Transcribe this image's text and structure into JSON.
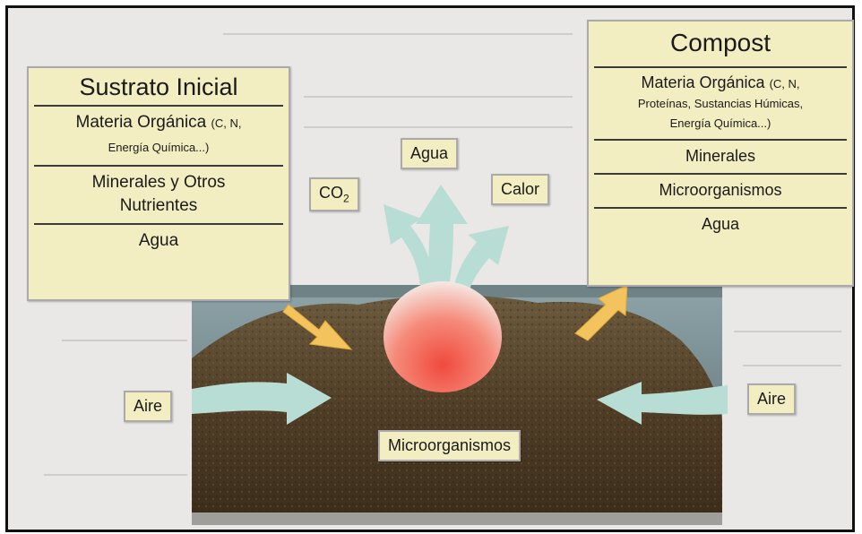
{
  "diagram": {
    "left_panel": {
      "title": "Sustrato Inicial",
      "organic_main": "Materia Orgánica",
      "organic_detail_a": "(C, N,",
      "organic_detail_b": "Energía Química...)",
      "minerals": "Minerales y Otros Nutrientes",
      "water": "Agua"
    },
    "right_panel": {
      "title": "Compost",
      "organic_main": "Materia Orgánica",
      "organic_detail_a": "(C, N,",
      "organic_detail_b": "Proteínas, Sustancias Húmicas, Energía Química...)",
      "minerals": "Minerales",
      "microorganisms": "Microorganismos",
      "water": "Agua"
    },
    "outputs": {
      "co2_prefix": "CO",
      "co2_subscript": "2",
      "water": "Agua",
      "heat": "Calor"
    },
    "air_left": "Aire",
    "air_right": "Aire",
    "center_label": "Microorganismos"
  },
  "colors": {
    "panel_fill": "#f2eec1",
    "input_arrow": "#f3c35d",
    "gas_arrow": "#b7ddd5",
    "core_hot": "#f25a4e",
    "compost_pile": "#4f3d26"
  }
}
